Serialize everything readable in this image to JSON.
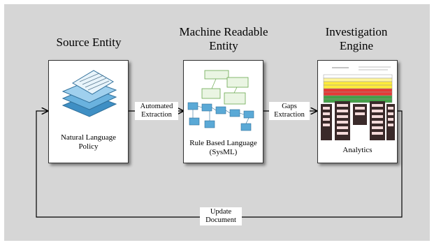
{
  "headings": {
    "source": "Source Entity",
    "machine": "Machine Readable Entity",
    "investigation": "Investigation Engine"
  },
  "boxes": {
    "source_caption": "Natural Language Policy",
    "machine_caption": "Rule Based Language (SysML)",
    "investigation_caption": "Analytics"
  },
  "arrows": {
    "automated_extraction": "Automated Extraction",
    "gaps_extraction": "Gaps Extraction",
    "update_document": "Update Document"
  },
  "colors": {
    "panel_background": "#d6d6d6",
    "document_blue": "#5aa9d6",
    "diagram_green": "#6aa84f",
    "table_yellow": "#ffeb3b",
    "table_red": "#e53935",
    "table_green": "#43a047"
  }
}
